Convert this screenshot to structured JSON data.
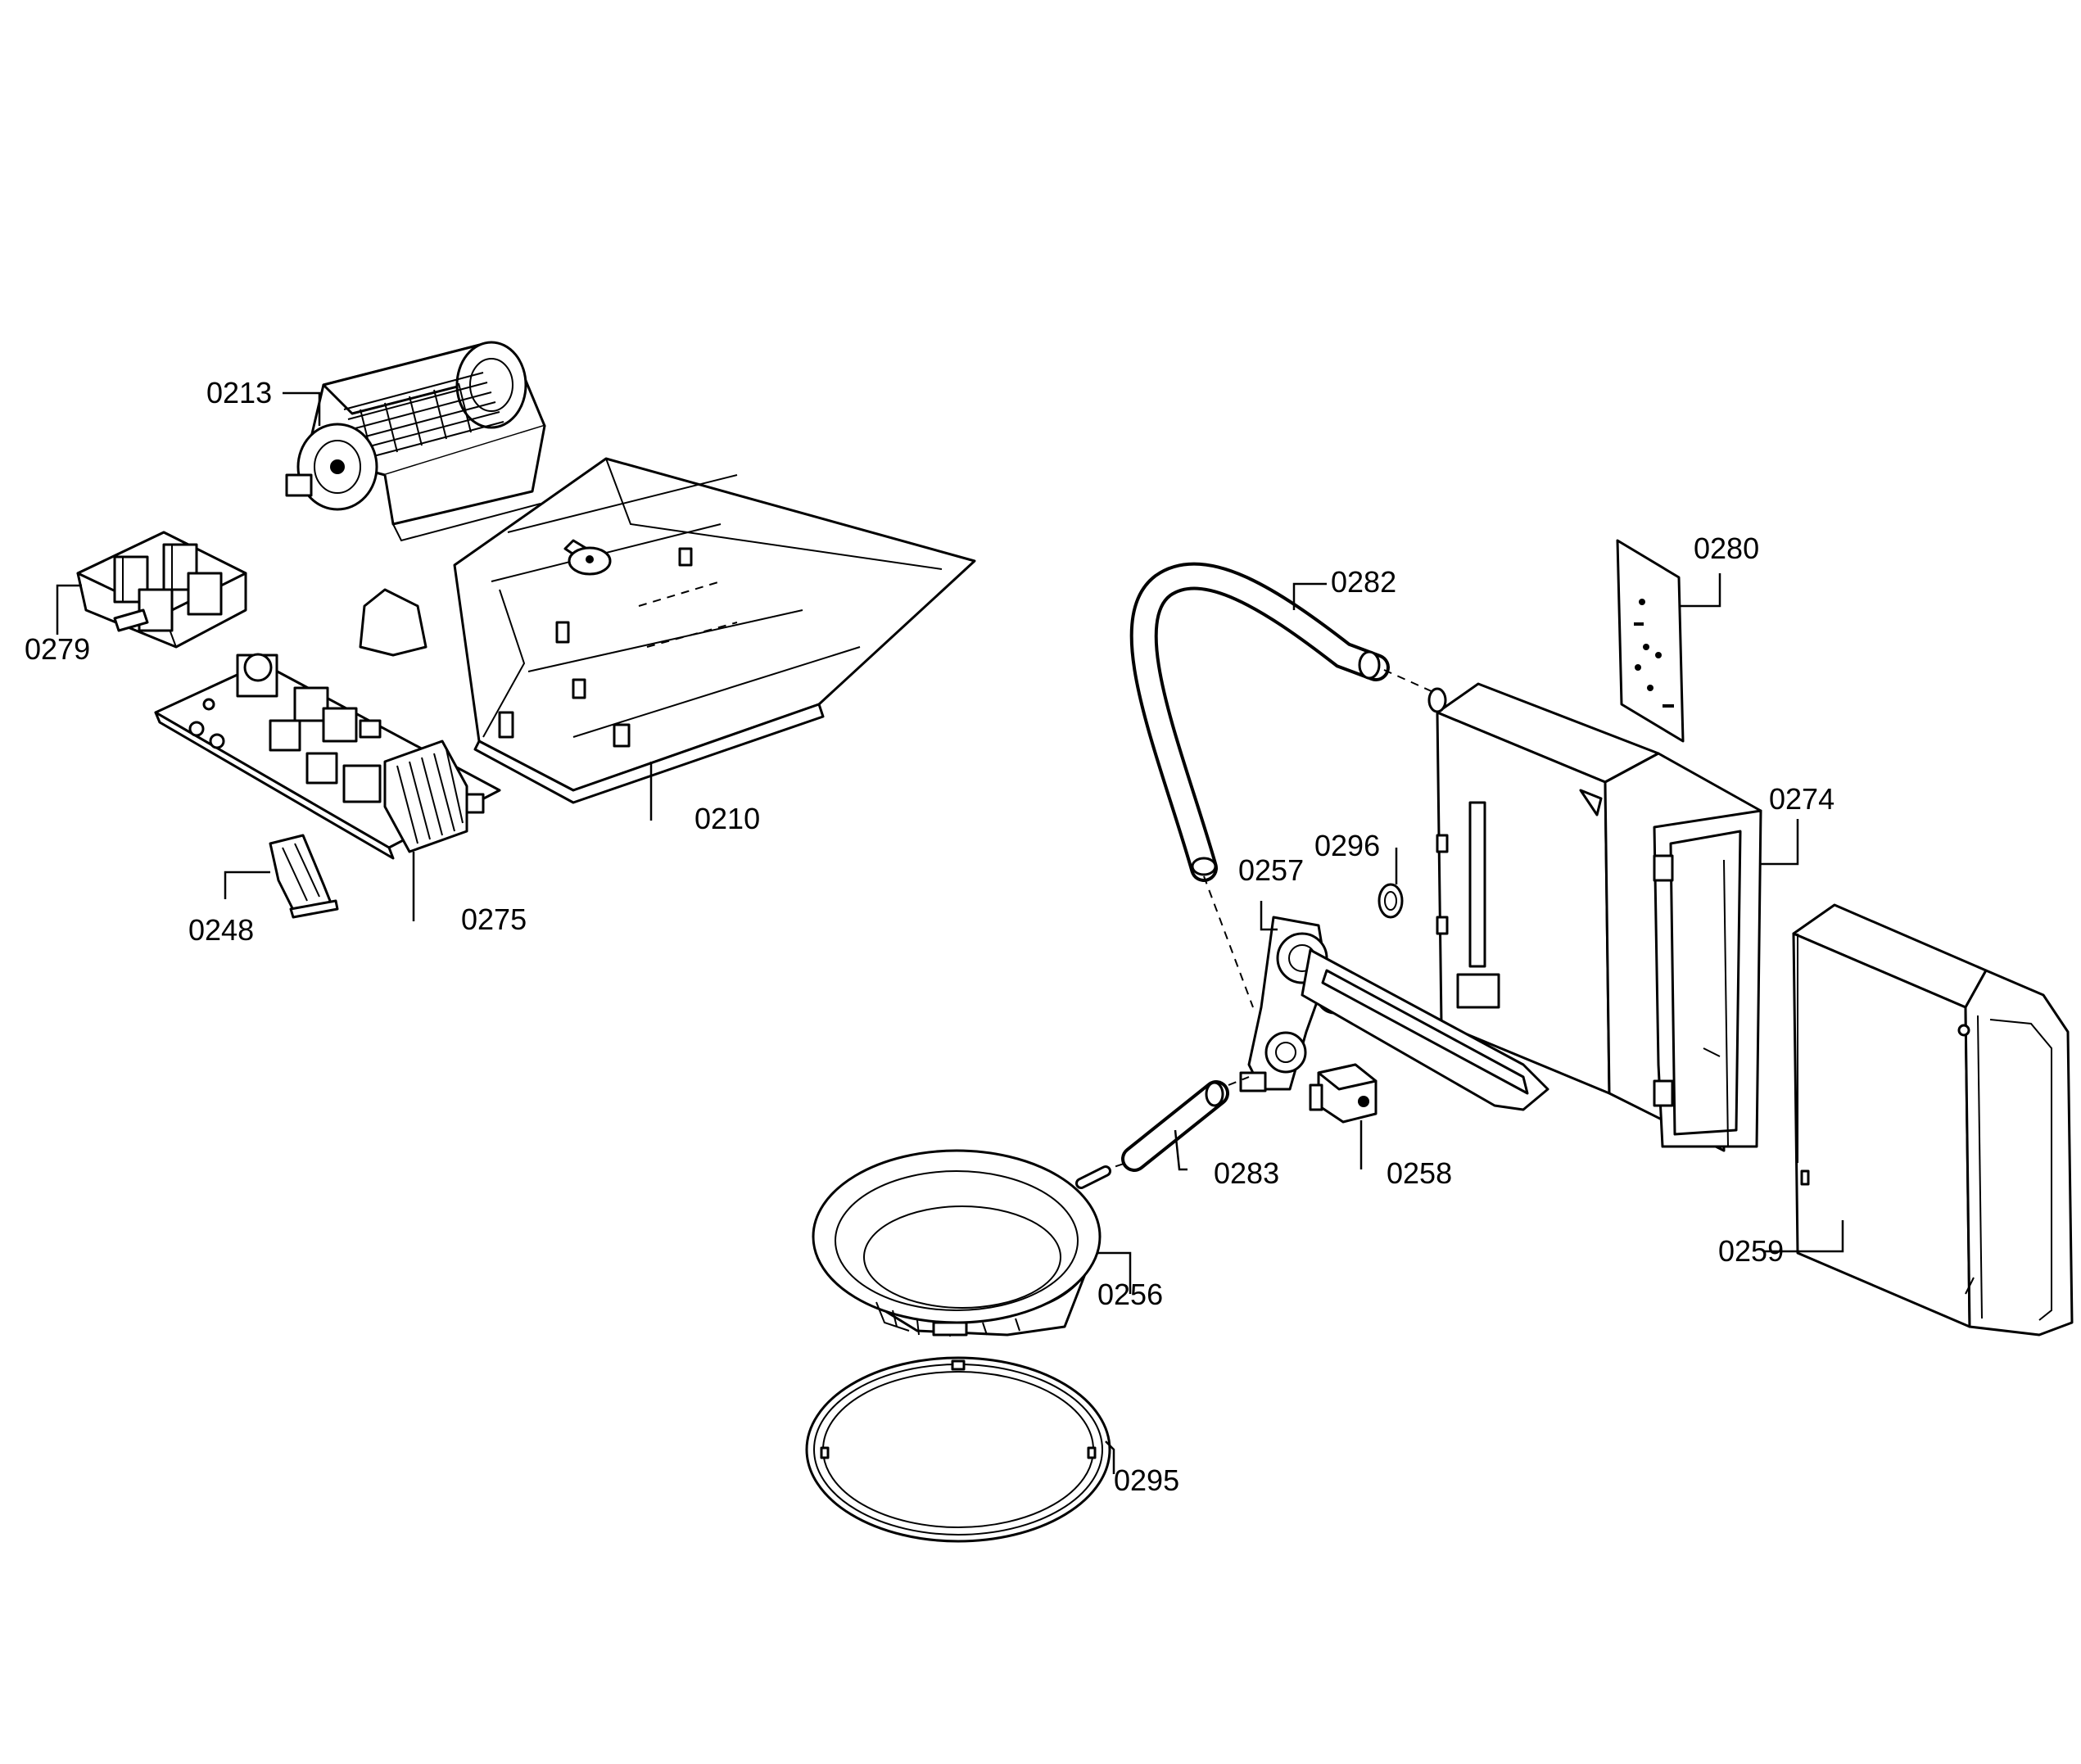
{
  "diagram": {
    "type": "exploded-parts-view",
    "background_color": "#ffffff",
    "line_color": "#000000",
    "parts": [
      {
        "id": "0213",
        "icon": "tangential-fan-icon"
      },
      {
        "id": "0210",
        "icon": "mounting-plate-icon"
      },
      {
        "id": "0279",
        "icon": "relay-block-icon"
      },
      {
        "id": "0275",
        "icon": "circuit-board-icon"
      },
      {
        "id": "0248",
        "icon": "connector-icon"
      },
      {
        "id": "0282",
        "icon": "hose-icon"
      },
      {
        "id": "0280",
        "icon": "seal-sheet-icon"
      },
      {
        "id": "0274",
        "icon": "water-tank-housing-icon"
      },
      {
        "id": "0296",
        "icon": "o-ring-icon"
      },
      {
        "id": "0257",
        "icon": "pump-bracket-icon"
      },
      {
        "id": "0258",
        "icon": "solenoid-valve-icon"
      },
      {
        "id": "0283",
        "icon": "short-hose-icon"
      },
      {
        "id": "0256",
        "icon": "steam-generator-bowl-icon"
      },
      {
        "id": "0295",
        "icon": "ring-gasket-icon"
      },
      {
        "id": "0259",
        "icon": "cover-panel-icon"
      }
    ]
  }
}
